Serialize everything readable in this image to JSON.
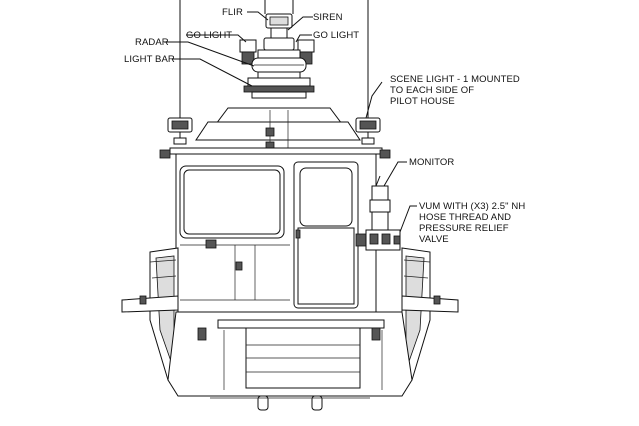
{
  "labels": {
    "flir": "FLIR",
    "siren": "SIREN",
    "radar": "RADAR",
    "go_light_left": "GO LIGHT",
    "go_light_right": "GO LIGHT",
    "light_bar": "LIGHT BAR",
    "scene_light": [
      "SCENE LIGHT - 1 MOUNTED",
      "TO EACH SIDE OF",
      "PILOT HOUSE"
    ],
    "monitor": "MONITOR",
    "vum": [
      "VUM WITH (X3) 2.5\" NH",
      "HOSE THREAD AND",
      "PRESSURE RELIEF",
      "VALVE"
    ]
  }
}
